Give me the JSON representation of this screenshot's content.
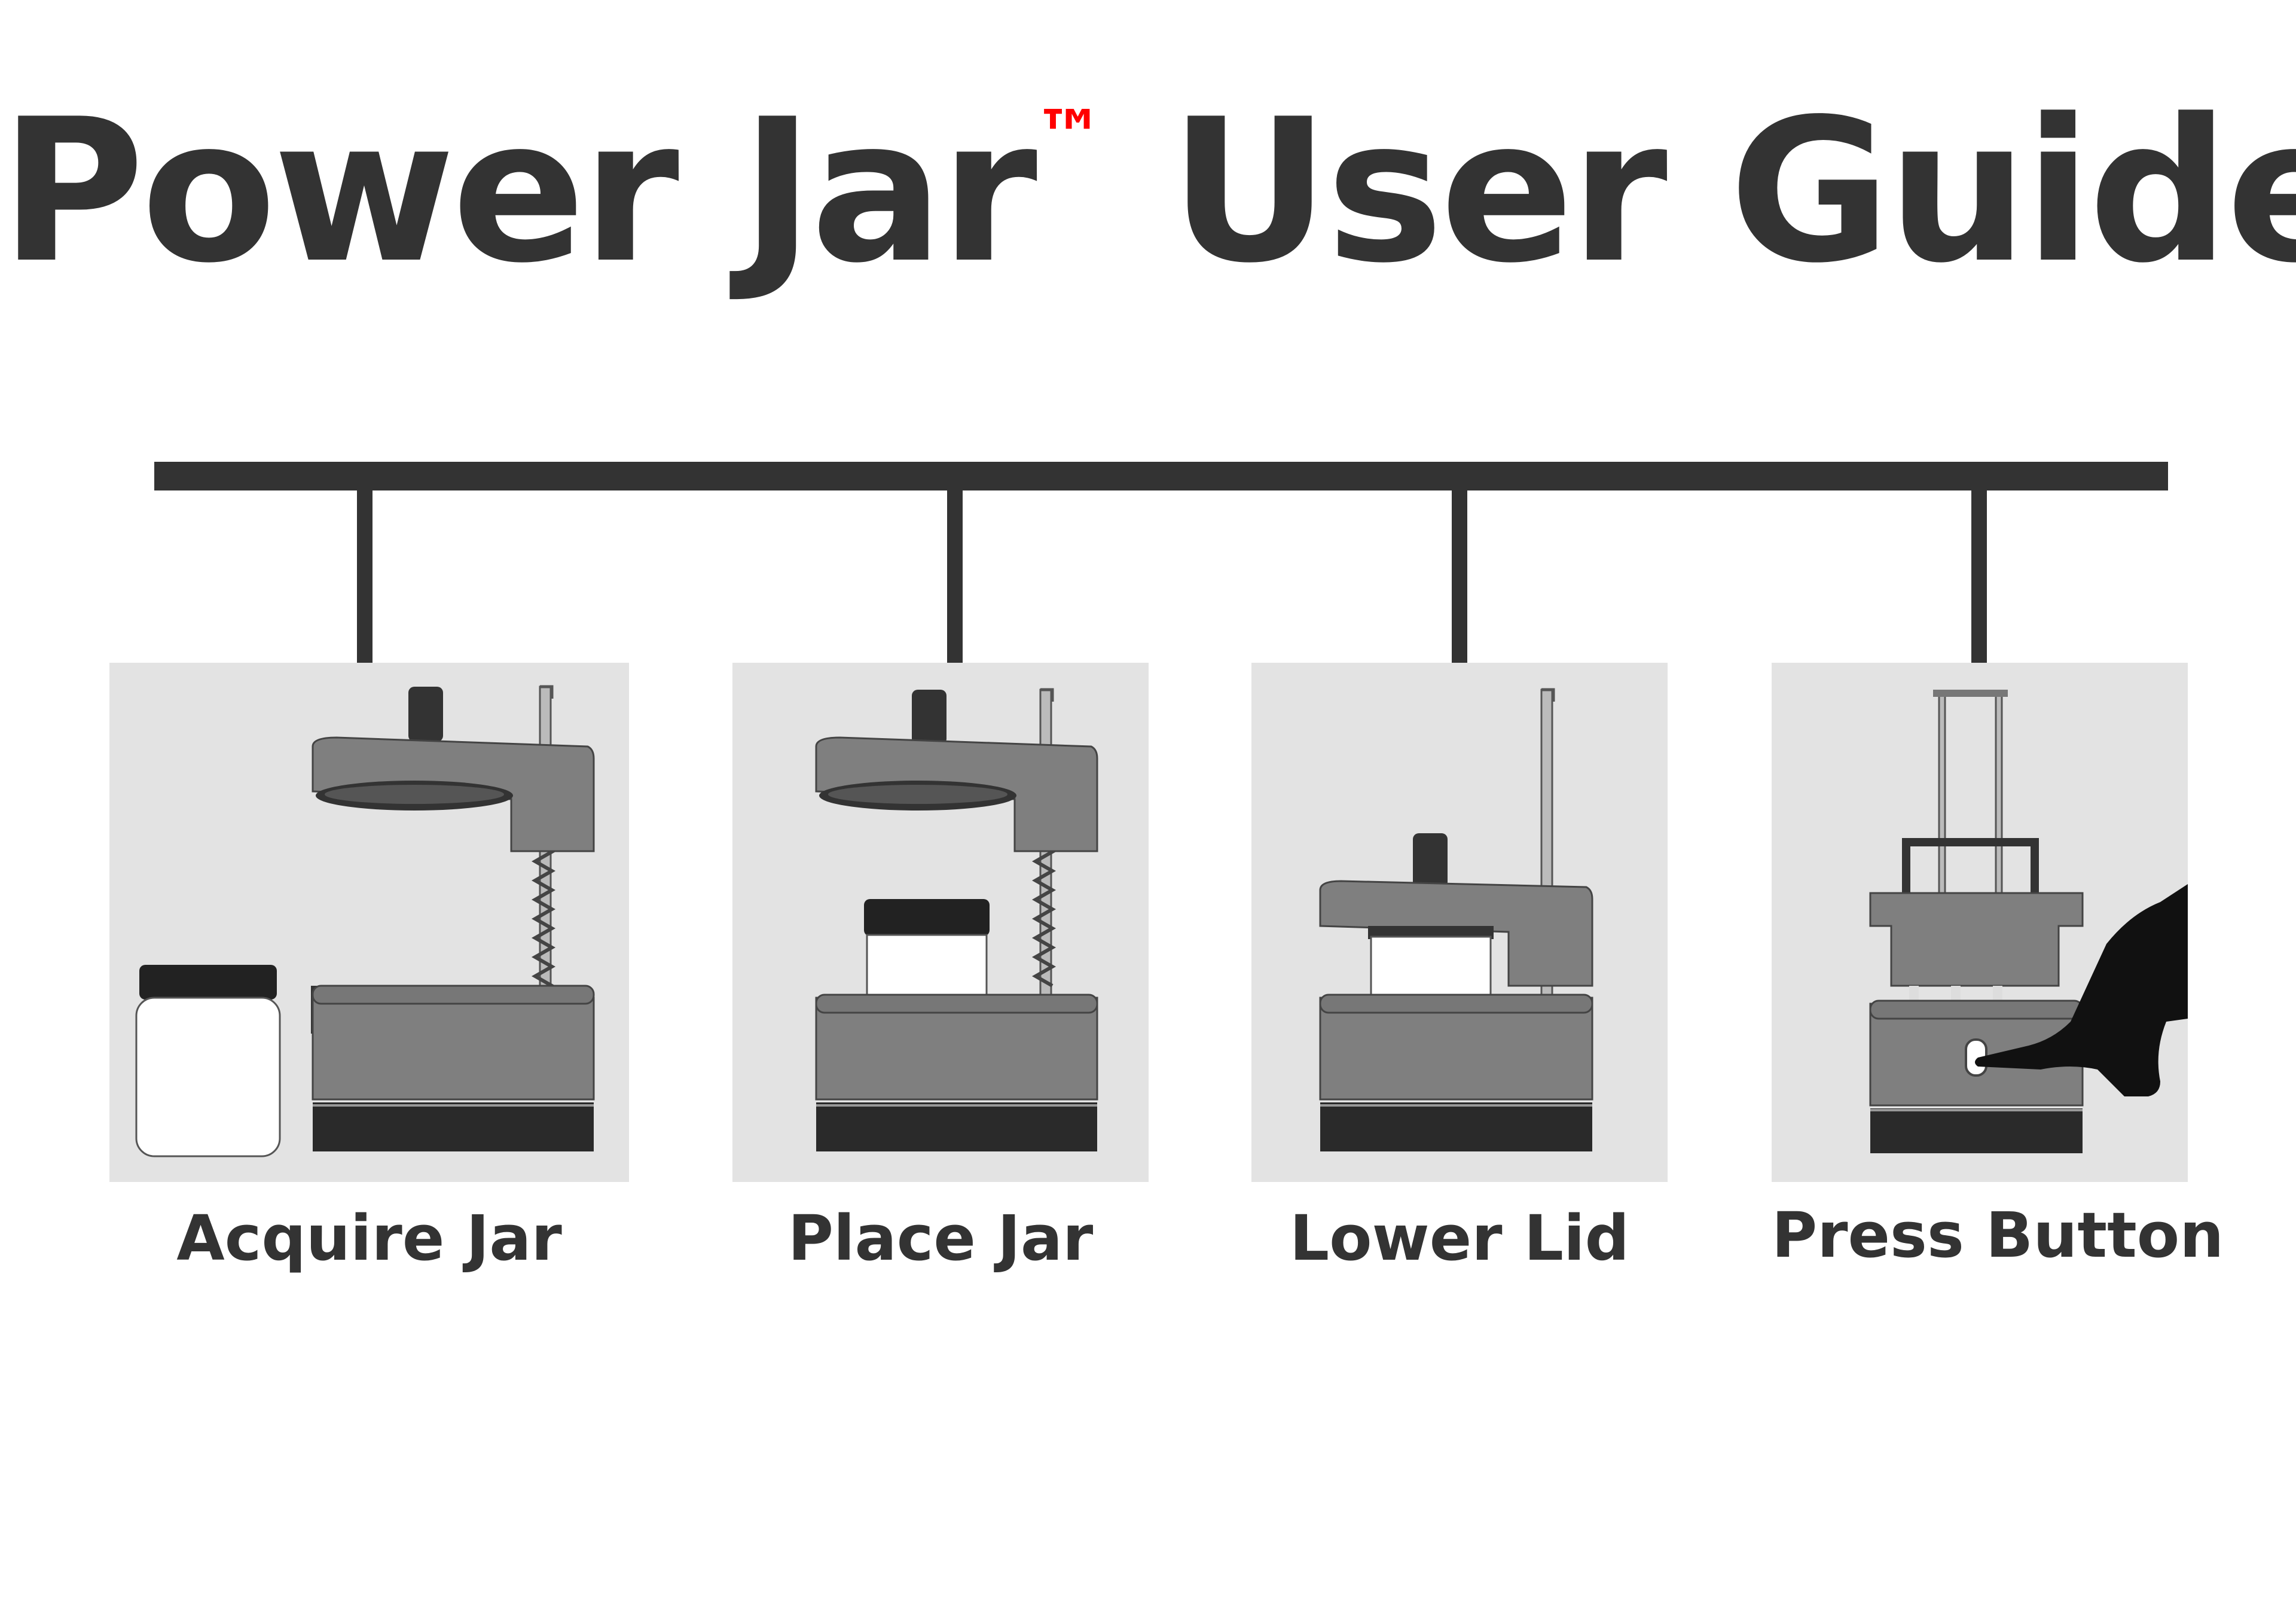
{
  "title": {
    "main": "Power Jar",
    "trademark": "™",
    "rest": " User Guide"
  },
  "steps": [
    {
      "label": "Acquire Jar"
    },
    {
      "label": "Place Jar"
    },
    {
      "label": "Lower Lid"
    },
    {
      "label": "Press Button"
    }
  ],
  "colors": {
    "text": "#333333",
    "trademark": "#ff0000",
    "panel": "#e3e3e3",
    "device": "#7f7f7f",
    "base": "#2a2a2a"
  }
}
